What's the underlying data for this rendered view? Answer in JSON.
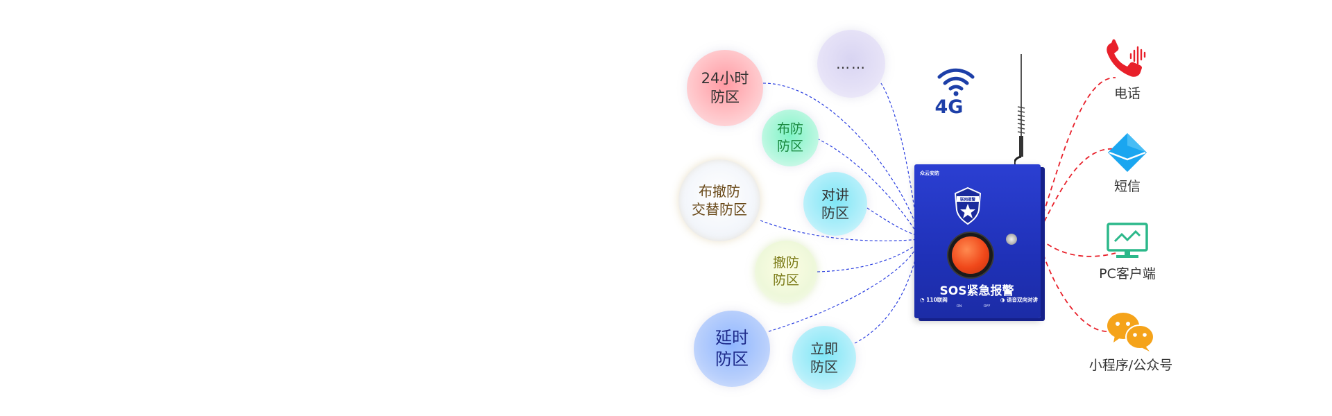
{
  "zones": [
    {
      "id": "24h",
      "lines": "24小时\n防区"
    },
    {
      "id": "more",
      "lines": "……"
    },
    {
      "id": "arm",
      "lines": "布防\n防区"
    },
    {
      "id": "alt",
      "lines": "布撤防\n交替防区"
    },
    {
      "id": "talk",
      "lines": "对讲\n防区"
    },
    {
      "id": "disarm",
      "lines": "撤防\n防区"
    },
    {
      "id": "delay",
      "lines": "延时\n防区"
    },
    {
      "id": "instant",
      "lines": "立即\n防区"
    }
  ],
  "network": {
    "label": "4G"
  },
  "device": {
    "brand": "众云安防",
    "badge": "联网报警",
    "title": "SOS紧急报警",
    "sub_left": "110联网",
    "sub_right": "语音双向对讲",
    "small_left": "ON",
    "small_right": "OFF"
  },
  "channels": [
    {
      "label": "电话",
      "icon": "phone-icon"
    },
    {
      "label": "短信",
      "icon": "sms-envelope-icon"
    },
    {
      "label": "PC客户端",
      "icon": "pc-monitor-icon"
    },
    {
      "label": "小程序/公众号",
      "icon": "wechat-icon"
    }
  ],
  "colors": {
    "zone_line": "#2b3fe0",
    "channel_line": "#e8202a",
    "device_blue": "#2236c8",
    "text_4g": "#1d3fa8",
    "phone_red": "#e8202a",
    "sms_blue": "#1aa6f0",
    "pc_green": "#2cb88a",
    "wechat_orange": "#f5a31a"
  }
}
